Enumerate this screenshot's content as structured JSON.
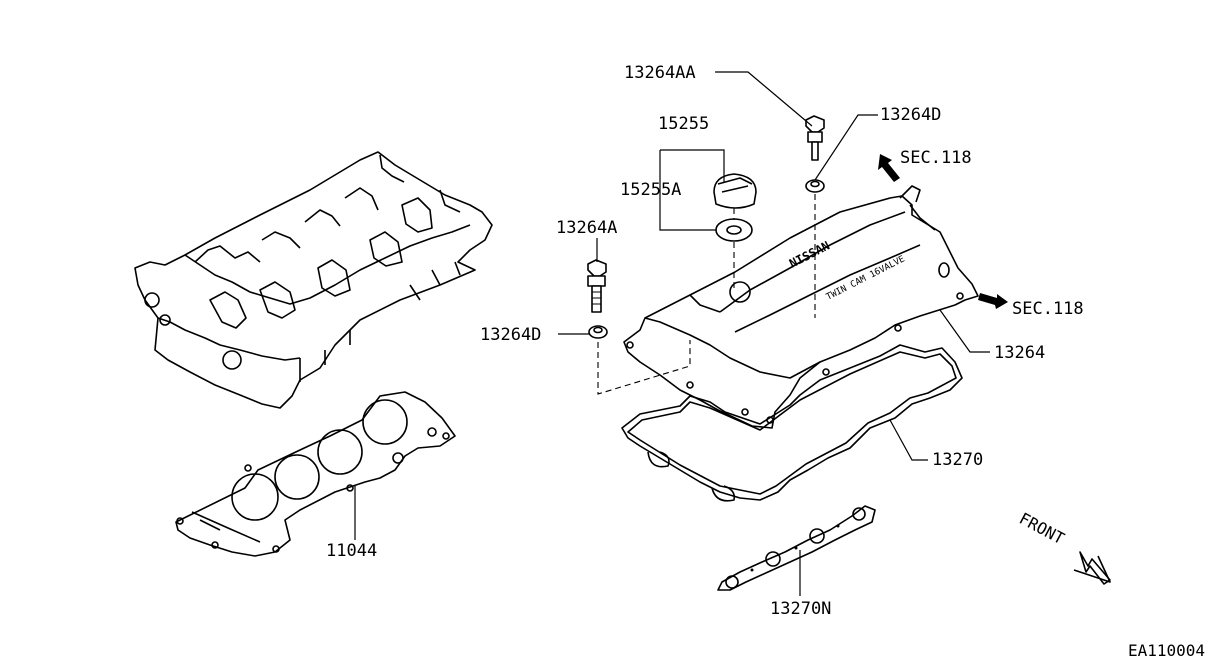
{
  "figure_code": "EA110004",
  "labels": {
    "p13264AA": "13264AA",
    "p13264D_top": "13264D",
    "p15255": "15255",
    "p15255A": "15255A",
    "p13264A": "13264A",
    "p13264D_left": "13264D",
    "p13264": "13264",
    "p13270": "13270",
    "p13270N": "13270N",
    "p11044": "11044",
    "sec118_top": "SEC.118",
    "sec118_right": "SEC.118",
    "front": "FRONT"
  },
  "cover_marking": {
    "brand": "NISSAN",
    "engine": "TWIN CAM 16VALVE"
  }
}
